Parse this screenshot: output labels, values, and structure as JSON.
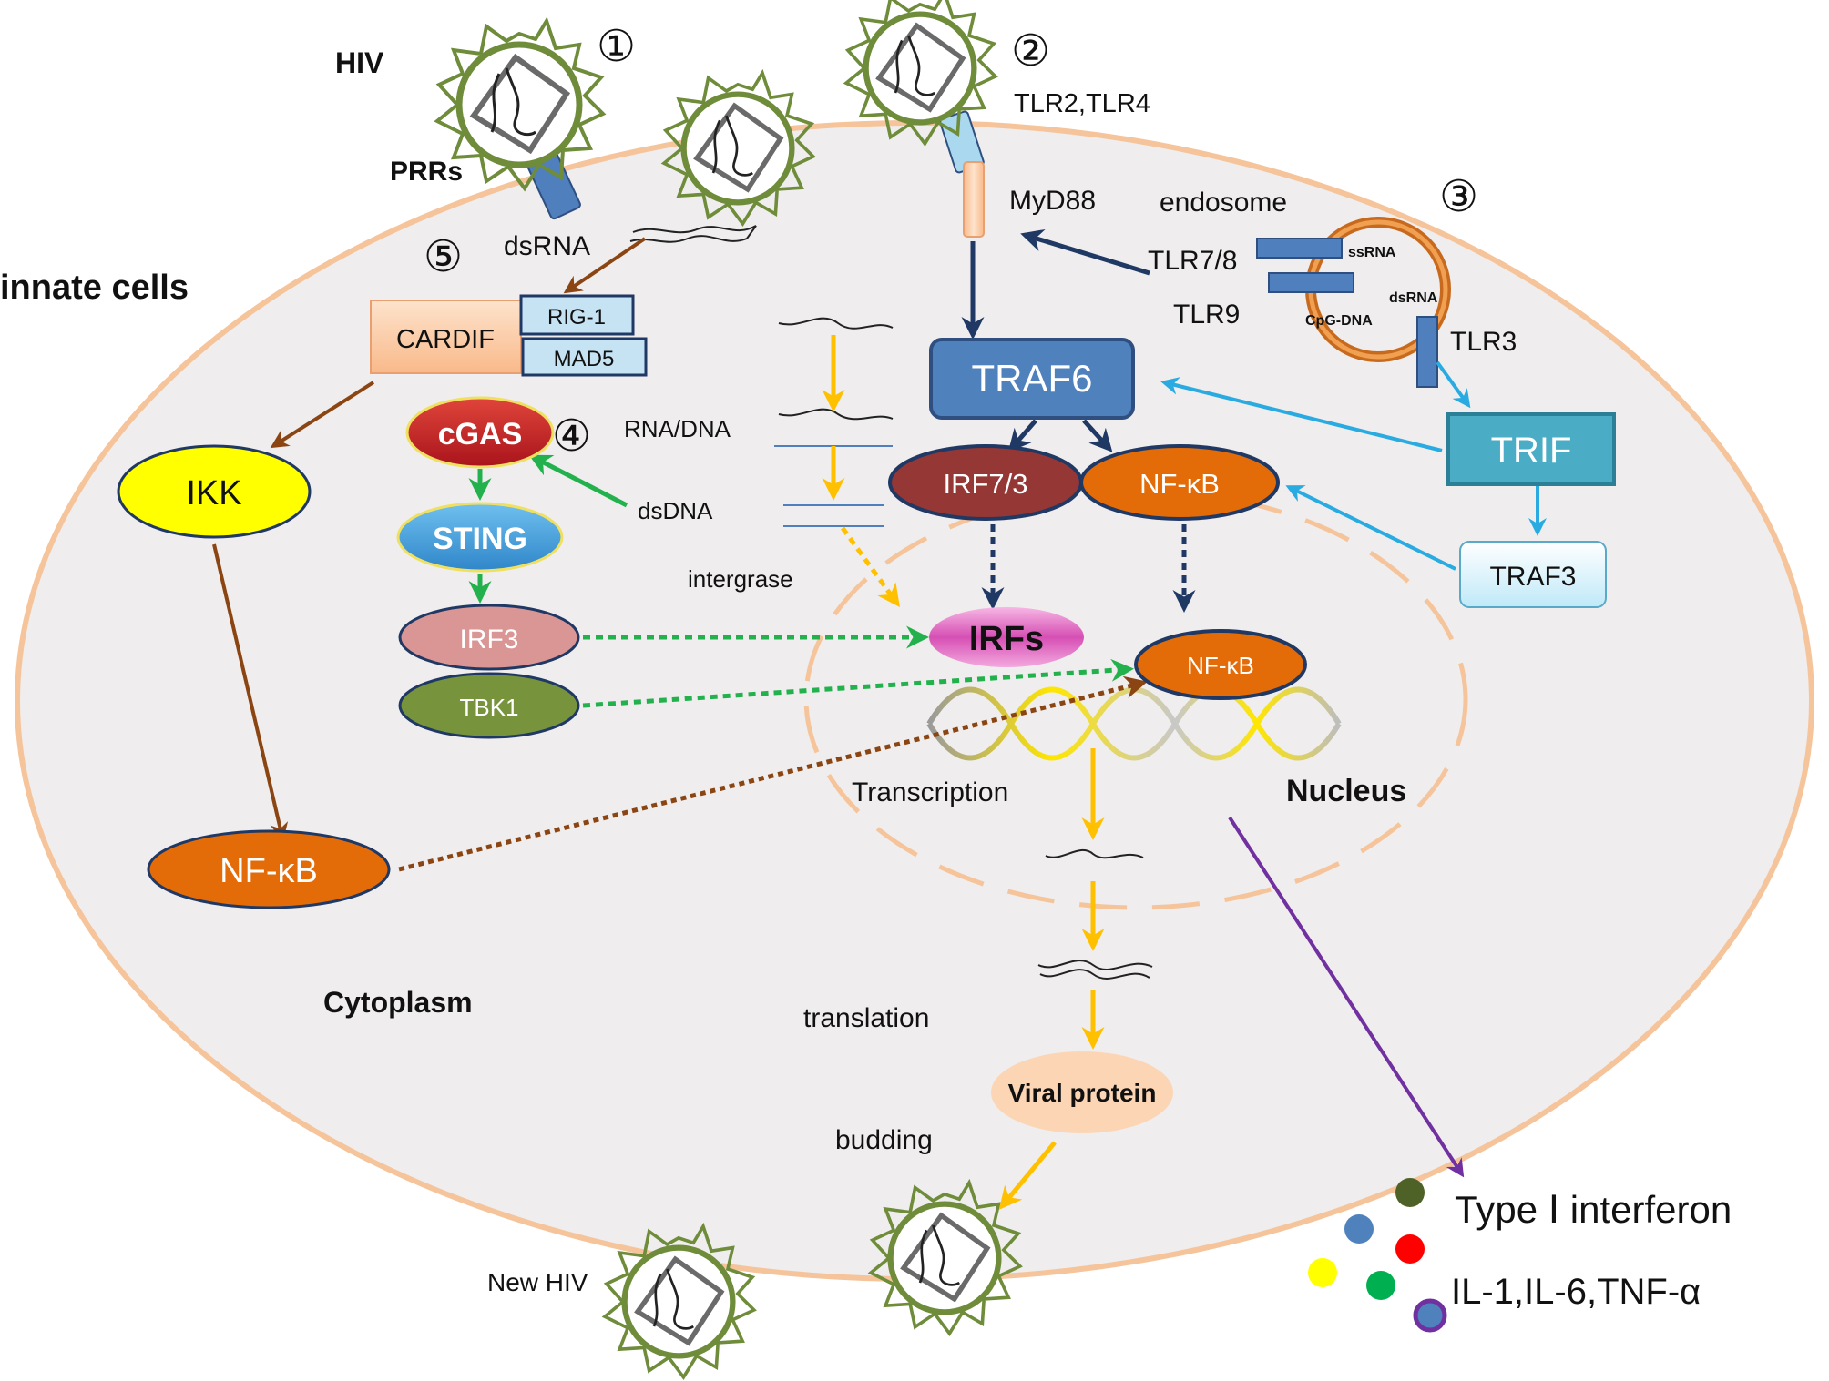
{
  "labels": {
    "hiv": "HIV",
    "prrs": "PRRs",
    "innate_cells": "innate cells",
    "tlr2_tlr4": "TLR2,TLR4",
    "myd88": "MyD88",
    "endosome": "endosome",
    "tlr78": "TLR7/8",
    "tlr9": "TLR9",
    "ssrna": "ssRNA",
    "cpg_dna": "CpG-DNA",
    "dsrna_endo": "dsRNA",
    "tlr3": "TLR3",
    "dsrna": "dsRNA",
    "rna_dna": "RNA/DNA",
    "dsdna": "dsDNA",
    "intergrase": "intergrase",
    "transcription": "Transcription",
    "nucleus": "Nucleus",
    "cytoplasm": "Cytoplasm",
    "translation": "translation",
    "budding": "budding",
    "new_hiv": "New HIV",
    "type_i_interferon": "Type Ⅰ interferon",
    "cytokines": "IL-1,IL-6,TNF-α"
  },
  "steps": [
    "①",
    "②",
    "③",
    "④",
    "⑤"
  ],
  "nodes": {
    "cardif": "CARDIF",
    "rig1": "RIG-1",
    "mad5": "MAD5",
    "ikk": "IKK",
    "nfkb_cyto": "NF-κB",
    "cgas": "cGAS",
    "sting": "STING",
    "irf3": "IRF3",
    "tbk1": "TBK1",
    "traf6": "TRAF6",
    "irf73": "IRF7/3",
    "nfkb_traf": "NF-κB",
    "trif": "TRIF",
    "traf3": "TRAF3",
    "irfs": "IRFs",
    "nfkb_nucleus": "NF-κB",
    "viral_protein": "Viral protein"
  },
  "colors": {
    "cell_fill": "#efeded",
    "cell_border": "#f6c49a",
    "virus_green": "#6e8c3a",
    "receptor_blue": "#4f7fbd",
    "traf_blue": "#4f81bd",
    "trif_teal": "#4aacc5",
    "nfkb_orange": "#e36c09",
    "irf_red": "#953735",
    "ikk_yellow": "#ffff00",
    "arrow_yellow": "#ffc000",
    "arrow_navy": "#1f3864",
    "arrow_brown": "#8b4513",
    "arrow_green": "#22b14c",
    "arrow_cyan": "#29abe2",
    "arrow_purple": "#7030a0"
  },
  "icons": [
    "hiv-virion-icon",
    "receptor-icon",
    "rna-strand-icon",
    "dna-helix-icon",
    "cytokine-dot-icon"
  ]
}
